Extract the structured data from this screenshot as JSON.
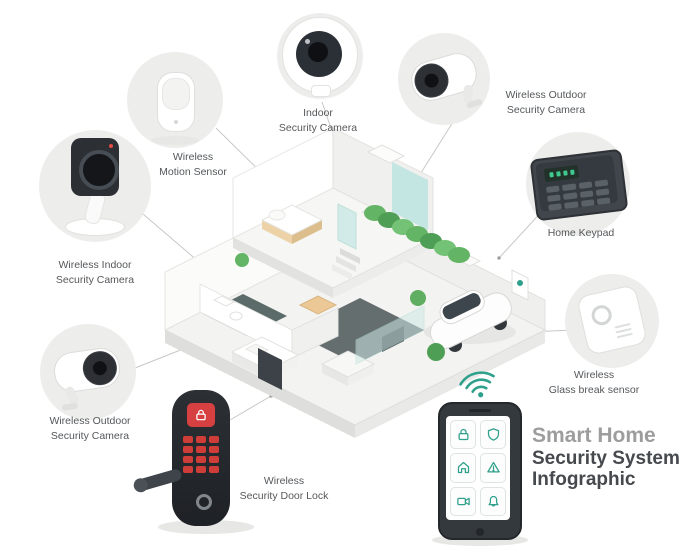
{
  "title": {
    "line1": "Smart Home",
    "line2": "Security System",
    "line3": "Infographic"
  },
  "devices": {
    "motion_sensor": {
      "label": "Wireless\nMotion Sensor"
    },
    "indoor_camera": {
      "label": "Indoor\nSecurity Camera"
    },
    "outdoor_camera_top": {
      "label": "Wireless Outdoor\nSecurity Camera"
    },
    "home_keypad": {
      "label": "Home Keypad"
    },
    "glass_break_sensor": {
      "label": "Wireless\nGlass break sensor"
    },
    "indoor_camera_left": {
      "label": "Wireless Indoor\nSecurity Camera"
    },
    "outdoor_camera_bottom": {
      "label": "Wireless Outdoor\nSecurity Camera"
    },
    "door_lock": {
      "label": "Wireless\nSecurity Door Lock"
    }
  },
  "phone": {
    "icons": [
      "lock-icon",
      "shield-icon",
      "home-icon",
      "alert-icon",
      "camera-icon",
      "bell-icon"
    ]
  },
  "palette": {
    "accent_teal": "#2fa08c",
    "alert_red": "#d64040",
    "plant_green": "#5fae62",
    "device_circle_gray": "#ededec",
    "title_gray": "#9d9d9d",
    "title_dark": "#46494d"
  }
}
